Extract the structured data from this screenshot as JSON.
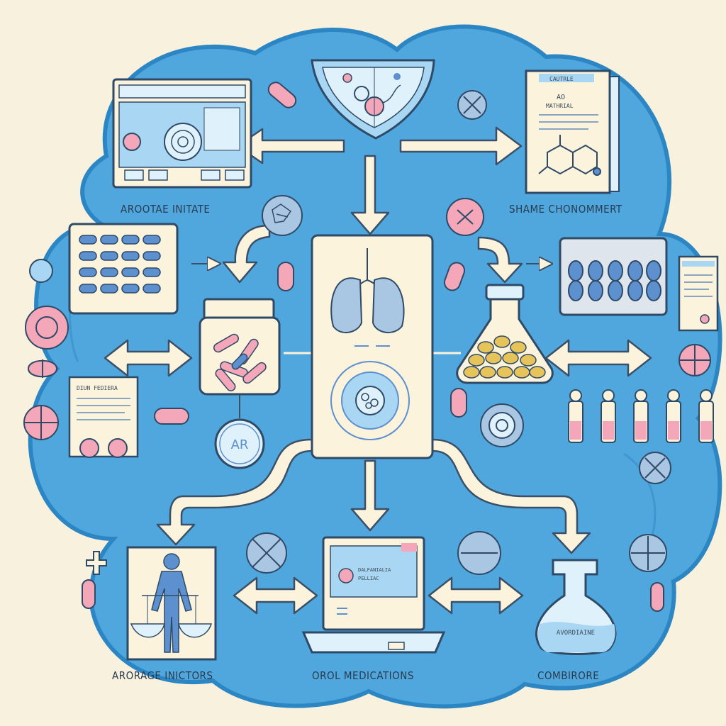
{
  "labels": {
    "top_left": "AROOTAE INITATE",
    "top_right": "SHAME CHONOMMERT",
    "bottom_left": "ARORAGE INICTORS",
    "bottom_center": "OROL MEDICATIONS",
    "bottom_right": "COMBIRORE"
  },
  "badges": {
    "ar": "AR"
  },
  "snippets": {
    "doc_top_title": "CAUTRLE",
    "doc_top_line": "AO",
    "doc_top_line2": "MATHRIAL",
    "doc_left_title": "DIUN FEDIERA",
    "laptop_line1": "DALFANIALIA",
    "laptop_line2": "PELLIAC",
    "flask_label": "AVORDIAINE"
  },
  "colors": {
    "background": "#f7f1de",
    "cloud": "#4fa7dd",
    "cloud_edge": "#2d86c4",
    "cream": "#fbf3dc",
    "pink": "#f4a7b9",
    "blue_pill": "#5c90cf",
    "yellow_pill": "#e7c45a"
  }
}
